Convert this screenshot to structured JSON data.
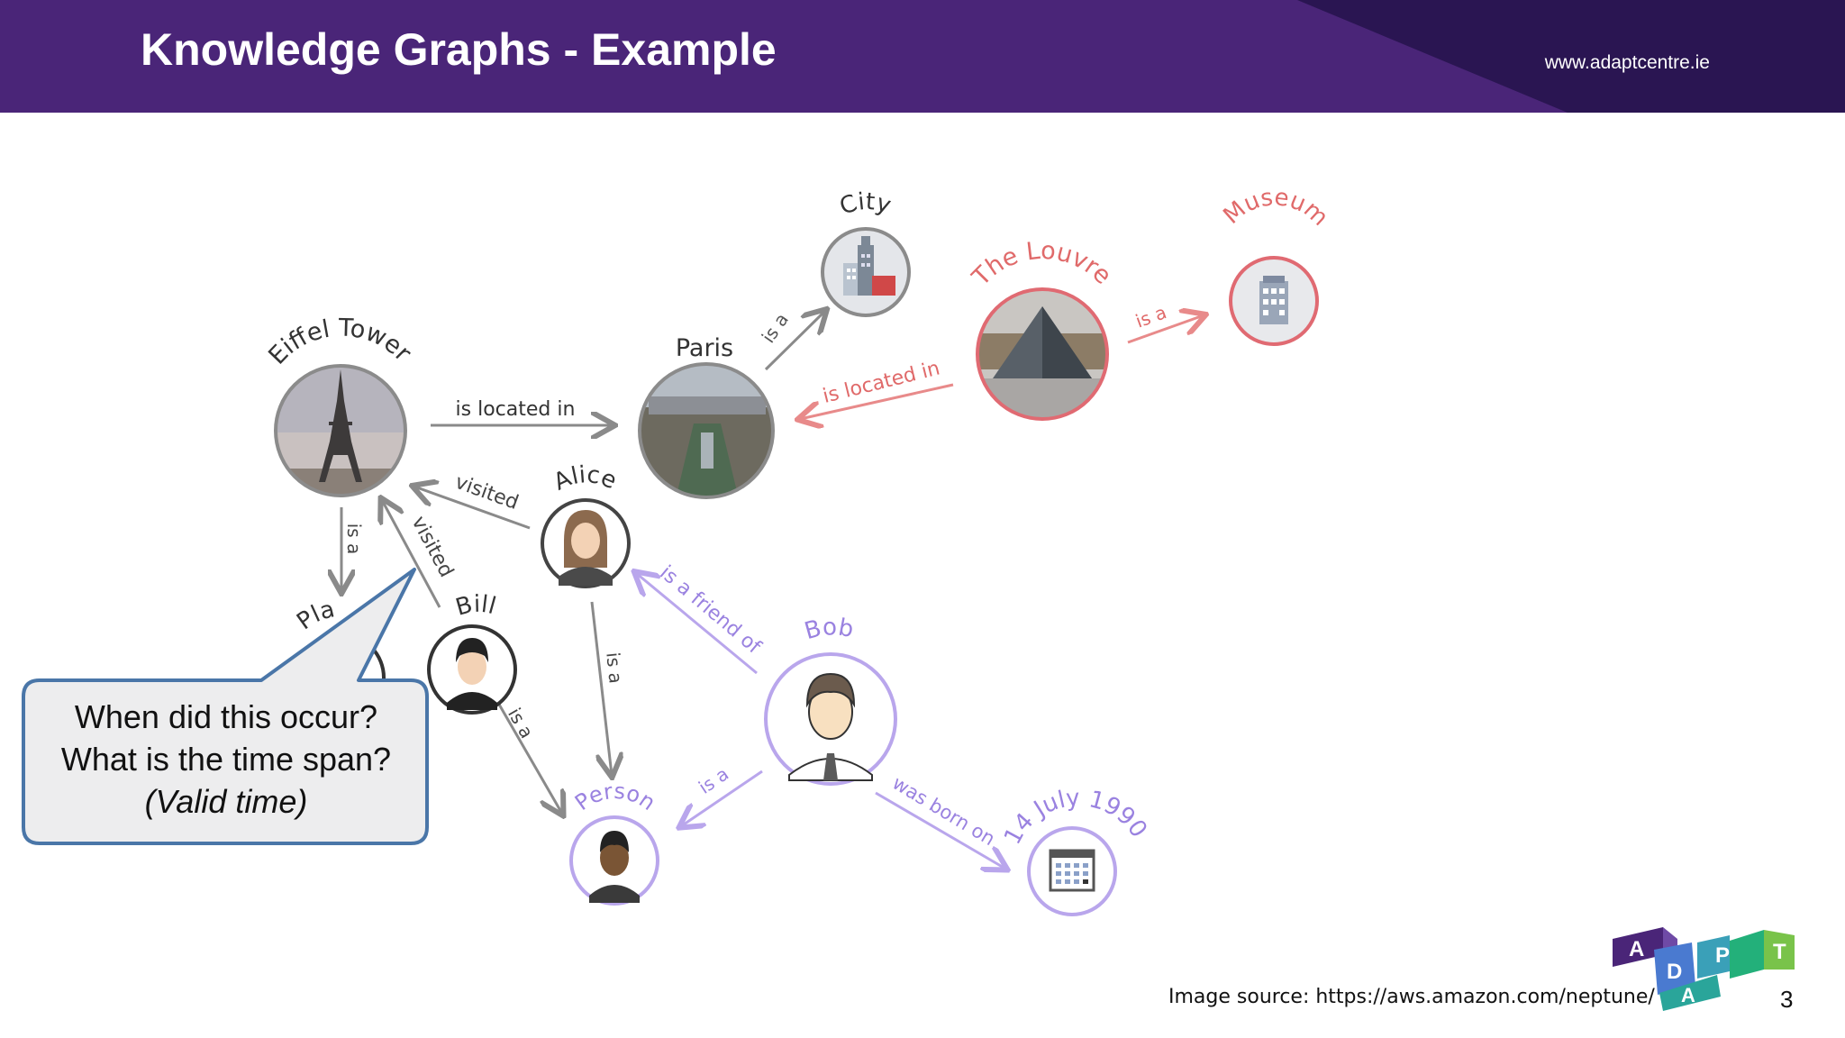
{
  "header": {
    "title": "Knowledge Graphs - Example",
    "url": "www.adaptcentre.ie"
  },
  "nodes": {
    "eiffel": {
      "label": "Eiffel Tower",
      "icon": "eiffel-tower-photo"
    },
    "paris": {
      "label": "Paris",
      "icon": "paris-city-photo"
    },
    "city": {
      "label": "City",
      "icon": "city-buildings-icon"
    },
    "louvre": {
      "label": "The Louvre",
      "icon": "louvre-pyramid-photo"
    },
    "museum": {
      "label": "Museum",
      "icon": "museum-building-icon"
    },
    "alice": {
      "label": "Alice",
      "icon": "woman-avatar-icon"
    },
    "bill": {
      "label": "Bill",
      "icon": "man-avatar-icon"
    },
    "bob": {
      "label": "Bob",
      "icon": "man-tie-avatar-icon"
    },
    "person": {
      "label": "Person",
      "icon": "person-avatar-icon"
    },
    "place": {
      "label": "Pla",
      "icon": "place-icon"
    },
    "date": {
      "label": "14 July 1990",
      "icon": "calendar-icon"
    }
  },
  "edges": {
    "eiffel_paris": "is located in",
    "paris_city": "is a",
    "louvre_paris": "is located in",
    "louvre_museum": "is a",
    "alice_eiffel": "visited",
    "bill_eiffel": "visited",
    "eiffel_place": "is a",
    "alice_person": "is a",
    "bill_person": "is a",
    "bob_alice": "is a friend of",
    "bob_person": "is a",
    "bob_date": "was born on"
  },
  "callout": {
    "line1": "When did this occur?",
    "line2": "What is the time span?",
    "line3": "(Valid time)"
  },
  "footer": {
    "source": "Image source: https://aws.amazon.com/neptune/",
    "page": "3"
  },
  "logo": {
    "letters": [
      "A",
      "D",
      "A",
      "P",
      "T"
    ]
  },
  "colors": {
    "header": "#4a2578",
    "grey_edge": "#8a8a8a",
    "red_edge": "#e88a8a",
    "purple_edge": "#b9a6ec",
    "callout_border": "#4a76a8",
    "callout_fill": "#ededee"
  }
}
